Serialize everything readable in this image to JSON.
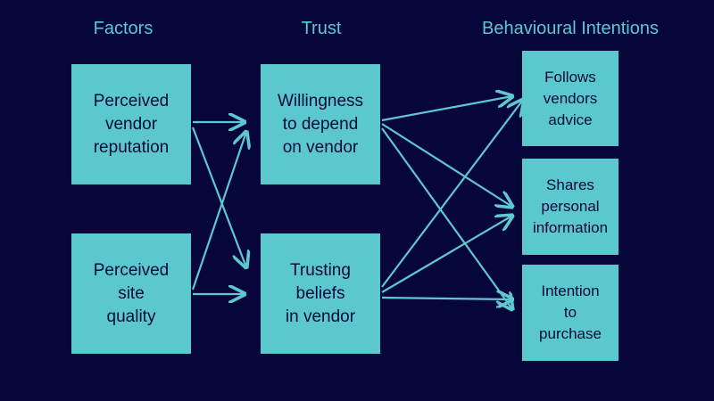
{
  "colors": {
    "background": "#06063a",
    "box": "#5bc8ce",
    "arrow": "#5fc7cf",
    "header_text": "#5fc7cf",
    "box_text": "#0a0a3a"
  },
  "headers": {
    "factors": "Factors",
    "trust": "Trust",
    "intentions": "Behavioural Intentions"
  },
  "nodes": {
    "reputation": "Perceived\nvendor\nreputation",
    "site_quality": "Perceived\nsite\nquality",
    "willingness": "Willingness\nto depend\non vendor",
    "beliefs": "Trusting\nbeliefs\nin vendor",
    "advice": "Follows\nvendors\nadvice",
    "personal_info": "Shares\npersonal\ninformation",
    "purchase": "Intention\nto\npurchase"
  }
}
